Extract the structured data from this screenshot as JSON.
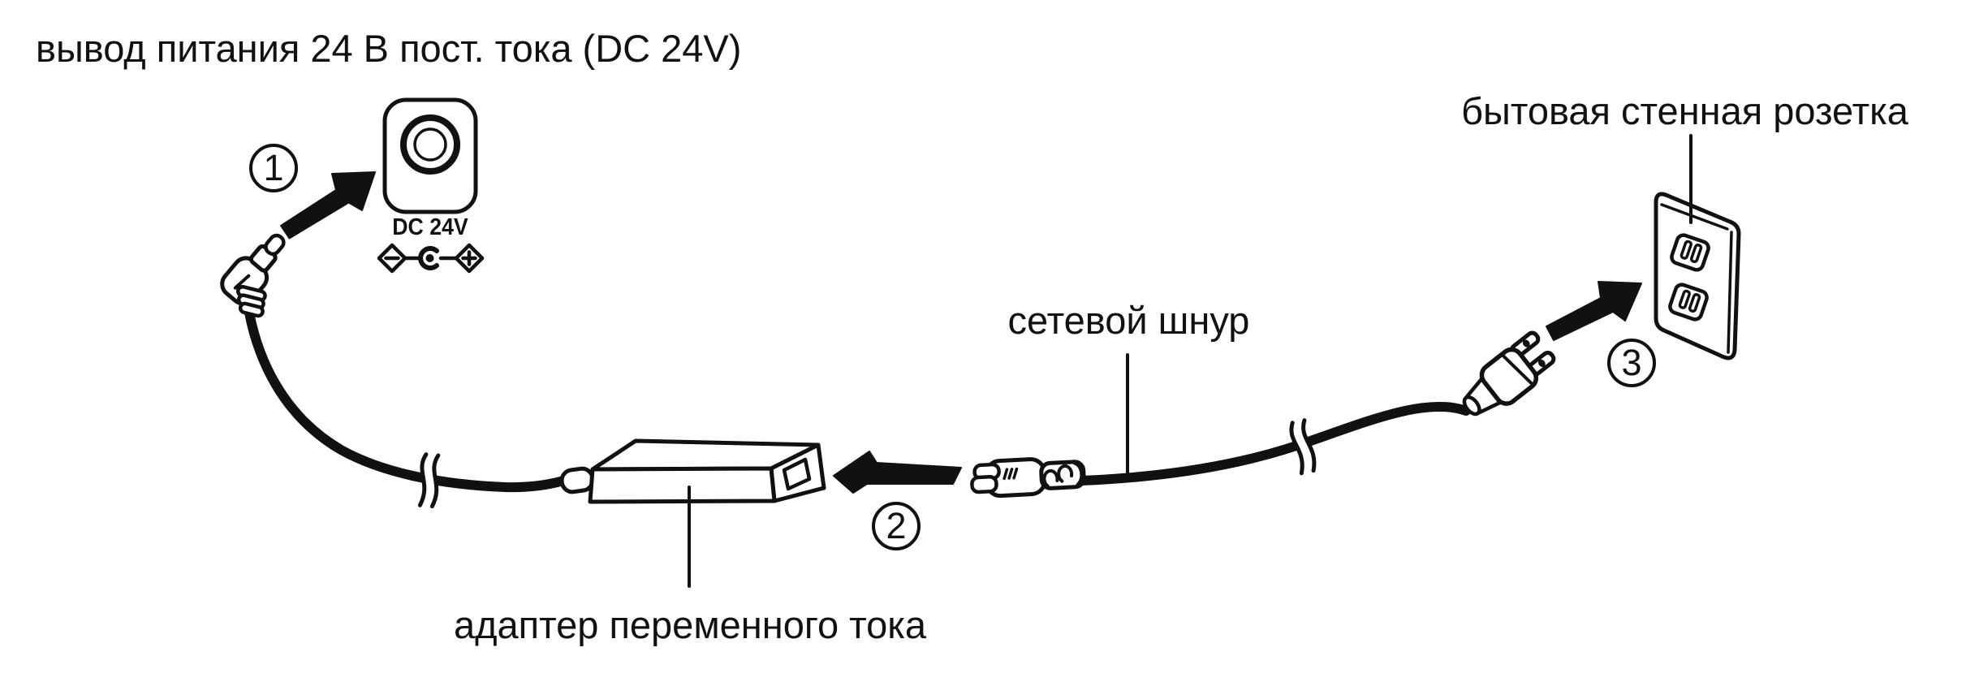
{
  "diagram": {
    "title": "вывод питания 24 В пост. тока (DC 24V)",
    "type": "power-connection-diagram",
    "background_color": "#ffffff",
    "line_color": "#111111"
  },
  "labels": {
    "dc_port": "DC 24V",
    "ac_adapter": "адаптер переменного тока",
    "power_cord": "сетевой шнур",
    "wall_outlet": "бытовая стенная розетка"
  },
  "steps": [
    {
      "number": "1"
    },
    {
      "number": "2"
    },
    {
      "number": "3"
    }
  ],
  "icons": {
    "dc_jack": "dc-24v-jack-icon",
    "polarity": "center-positive-polarity-icon",
    "dc_plug": "dc-plug-icon",
    "ac_adapter": "ac-adapter-icon",
    "cord_connector": "power-cord-connector-icon",
    "wall_plug": "two-prong-plug-icon",
    "wall_outlet": "wall-outlet-icon",
    "arrows": "insert-direction-arrow-icon"
  }
}
